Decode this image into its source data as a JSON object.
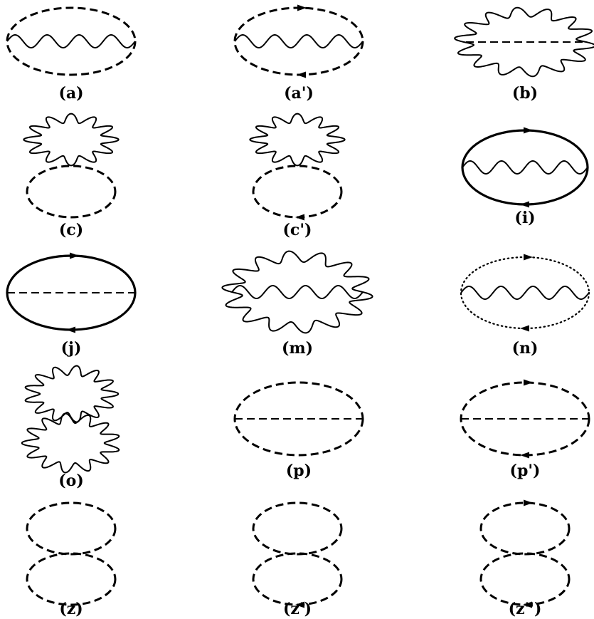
{
  "diagrams": [
    {
      "id": "a",
      "label": "(a)",
      "style": "sunset-wavy"
    },
    {
      "id": "a2",
      "label": "(a')",
      "style": "sunset-wavy-arrows"
    },
    {
      "id": "b",
      "label": "(b)",
      "style": "wavy-circle-dashed-chord"
    },
    {
      "id": "c",
      "label": "(c)",
      "style": "wavy-over-dashed"
    },
    {
      "id": "c2",
      "label": "(c')",
      "style": "wavy-over-dashed-arrow"
    },
    {
      "id": "i",
      "label": "(i)",
      "style": "solid-wavy-arrows"
    },
    {
      "id": "j",
      "label": "(j)",
      "style": "solid-dashed-arrows"
    },
    {
      "id": "m",
      "label": "(m)",
      "style": "wavy-circle-wavy-chord"
    },
    {
      "id": "n",
      "label": "(n)",
      "style": "dotted-wavy-arrows"
    },
    {
      "id": "o",
      "label": "(o)",
      "style": "double-wavy"
    },
    {
      "id": "p",
      "label": "(p)",
      "style": "dashed-dashed"
    },
    {
      "id": "p2",
      "label": "(p')",
      "style": "dashed-dashed-arrows"
    },
    {
      "id": "z",
      "label": "(z)",
      "style": "double-dashed"
    },
    {
      "id": "z2",
      "label": "(z')",
      "style": "double-dashed-arrow-bottom"
    },
    {
      "id": "z3",
      "label": "(z'')",
      "style": "double-dashed-arrows"
    }
  ],
  "colors": {
    "ink": "#000000",
    "background": "#ffffff"
  }
}
